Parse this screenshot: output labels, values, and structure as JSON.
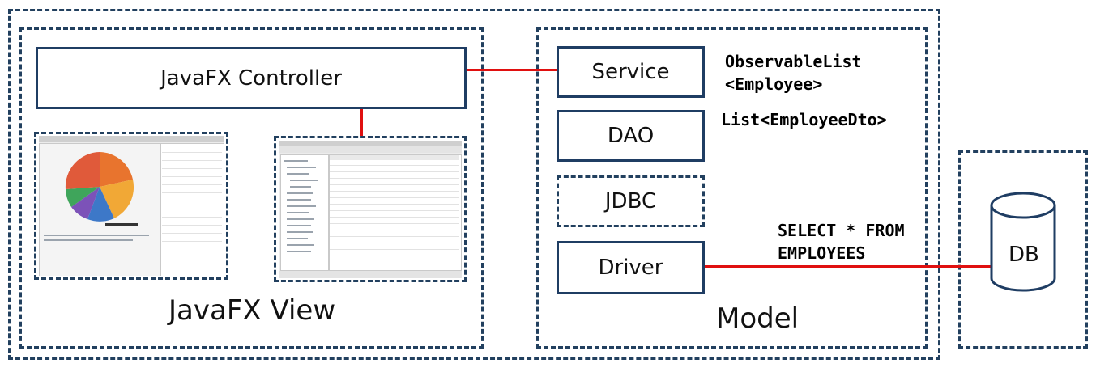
{
  "diagram": {
    "boxes": {
      "controller": "JavaFX Controller",
      "service": "Service",
      "dao": "DAO",
      "jdbc": "JDBC",
      "driver": "Driver",
      "db": "DB"
    },
    "annotations": {
      "service_type_line1": "ObservableList",
      "service_type_line2": "<Employee>",
      "dao_type": "List<EmployeeDto>",
      "sql_line1": "SELECT * FROM",
      "sql_line2": "EMPLOYEES"
    },
    "regions": {
      "view": "JavaFX View",
      "model": "Model"
    },
    "colors": {
      "border": "#1f3d63",
      "connector": "#e01010"
    },
    "thumbnails": [
      "pie-chart-screenshot",
      "table-screenshot"
    ]
  }
}
